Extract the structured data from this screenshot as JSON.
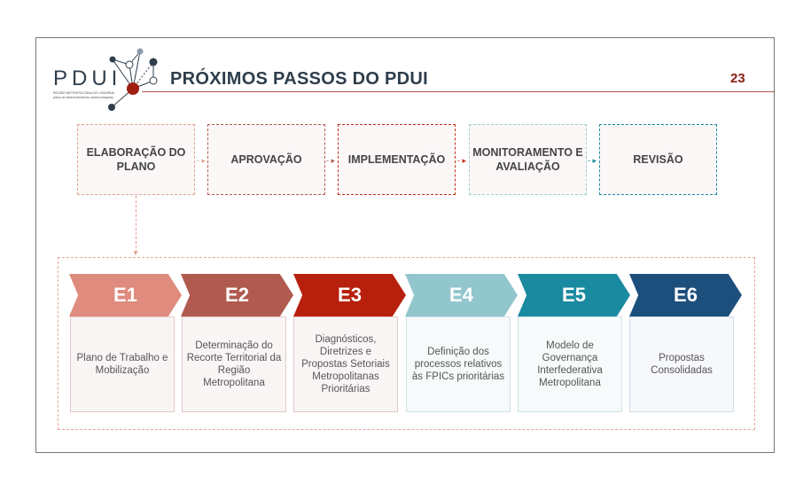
{
  "header": {
    "logo": "PDUI",
    "logo_sub1": "REGIÃO METROPOLITANA DE LONDRINA",
    "logo_sub2": "plano de desenvolvimento urbano integrado",
    "title": "PRÓXIMOS PASSOS DO PDUI",
    "page_number": "23"
  },
  "steps": [
    {
      "label": "ELABORAÇÃO DO PLANO",
      "color": "#e0a090"
    },
    {
      "label": "APROVAÇÃO",
      "color": "#b05a50"
    },
    {
      "label": "IMPLEMENTAÇÃO",
      "color": "#c0301f"
    },
    {
      "label": "MONITORAMENTO E AVALIAÇÃO",
      "color": "#9fd0d6"
    },
    {
      "label": "REVISÃO",
      "color": "#1a8a9a"
    }
  ],
  "stages": [
    {
      "code": "E1",
      "desc": "Plano de Trabalho e Mobilização",
      "color": "#df8b7d"
    },
    {
      "code": "E2",
      "desc": "Determinação do Recorte Territorial da Região Metropolitana",
      "color": "#b05a50"
    },
    {
      "code": "E3",
      "desc": "Diagnósticos, Diretrizes e Propostas Setoriais Metropolitanas Prioritárias",
      "color": "#b8200e"
    },
    {
      "code": "E4",
      "desc": "Definição dos processos relativos às FPICs prioritárias",
      "color": "#92c6cd"
    },
    {
      "code": "E5",
      "desc": "Modelo de Governança Interfederativa Metropolitana",
      "color": "#1a8aa0"
    },
    {
      "code": "E6",
      "desc": "Propostas Consolidadas",
      "color": "#1d4f7d"
    }
  ]
}
